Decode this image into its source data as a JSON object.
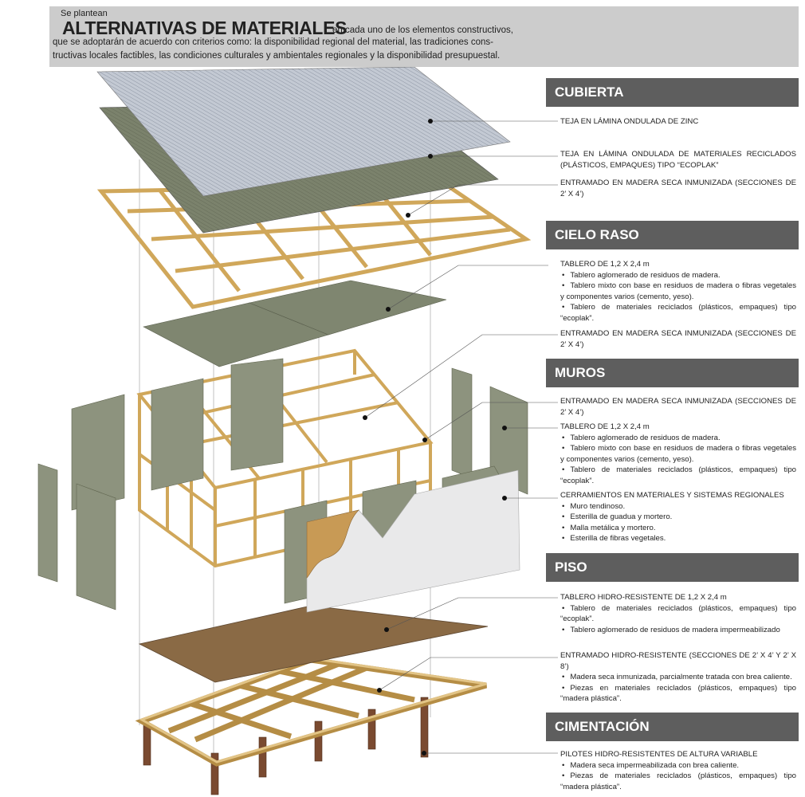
{
  "header": {
    "intro": "Se plantean",
    "title": "ALTERNATIVAS DE MATERIALES",
    "line1": "en cada uno de los elementos constructivos,",
    "line2": "que se adoptarán de acuerdo con criterios como: la disponibilidad regional del material, las tradiciones cons-",
    "line3": "tructivas locales factibles, las condiciones culturales y ambientales regionales y la disponibilidad presupuestal."
  },
  "sections": {
    "cubierta": {
      "title": "CUBIERTA",
      "n1": "TEJA EN LÁMINA ONDULADA DE ZINC",
      "n2": "TEJA EN LÁMINA ONDULADA DE MATERIALES RECICLADOS (PLÁSTICOS, EMPAQUES) TIPO “ECOPLAK”",
      "n3": "ENTRAMADO EN MADERA SECA INMUNIZADA (SECCIONES DE 2’ X 4’)"
    },
    "cielo": {
      "title": "CIELO RASO",
      "n1": "TABLERO DE 1,2 X 2,4 m",
      "b1": "Tablero aglomerado de residuos de madera.",
      "b2": "Tablero mixto con base en residuos de madera o fibras vegetales y componentes varios (cemento, yeso).",
      "b3": "Tablero de materiales reciclados (plásticos, empaques) tipo “ecoplak”.",
      "n2": "ENTRAMADO EN MADERA SECA INMUNIZADA (SECCIONES DE 2’ X 4’)"
    },
    "muros": {
      "title": "MUROS",
      "n1": "ENTRAMADO EN MADERA SECA INMUNIZADA (SECCIONES DE 2’ X 4’)",
      "n2": "TABLERO DE 1,2 X 2,4 m",
      "b1": "Tablero aglomerado de residuos de madera.",
      "b2": "Tablero mixto con base en residuos de madera o fibras vegetales y componentes varios (cemento, yeso).",
      "b3": "Tablero de materiales reciclados (plásticos, empaques) tipo “ecoplak”.",
      "n3": "CERRAMIENTOS EN MATERIALES Y SISTEMAS REGIONALES",
      "c1": "Muro tendinoso.",
      "c2": "Esterilla de guadua y mortero.",
      "c3": "Malla metálica y mortero.",
      "c4": "Esterilla de fibras vegetales."
    },
    "piso": {
      "title": "PISO",
      "n1": "TABLERO HIDRO-RESISTENTE  DE 1,2 X 2,4 m",
      "b1": "Tablero de materiales reciclados (plásticos, empaques) tipo “ecoplak”.",
      "b2": "Tablero aglomerado de residuos de madera impermeabilizado",
      "n2": "ENTRAMADO HIDRO-RESISTENTE (SECCIONES DE 2’ X 4’ Y 2’ X 8’)",
      "e1": "Madera seca inmunizada, parcialmente tratada con brea caliente.",
      "e2": "Piezas en materiales reciclados (plásticos, empaques) tipo “madera plástica”."
    },
    "cimentacion": {
      "title": "CIMENTACIÓN",
      "n1": "PILOTES HIDRO-RESISTENTES DE ALTURA VARIABLE",
      "b1": "Madera seca impermeabilizada con brea caliente.",
      "b2": "Piezas de materiales reciclados (plásticos, empaques) tipo “madera plástica”."
    }
  },
  "colors": {
    "zinc": "#b9c0cc",
    "ecoplak": "#7b826c",
    "wood": "#d9b46a",
    "panel": "#8d937e",
    "floor": "#8a6a45",
    "pile": "#7a4a30",
    "section": "#5e5e5e"
  }
}
